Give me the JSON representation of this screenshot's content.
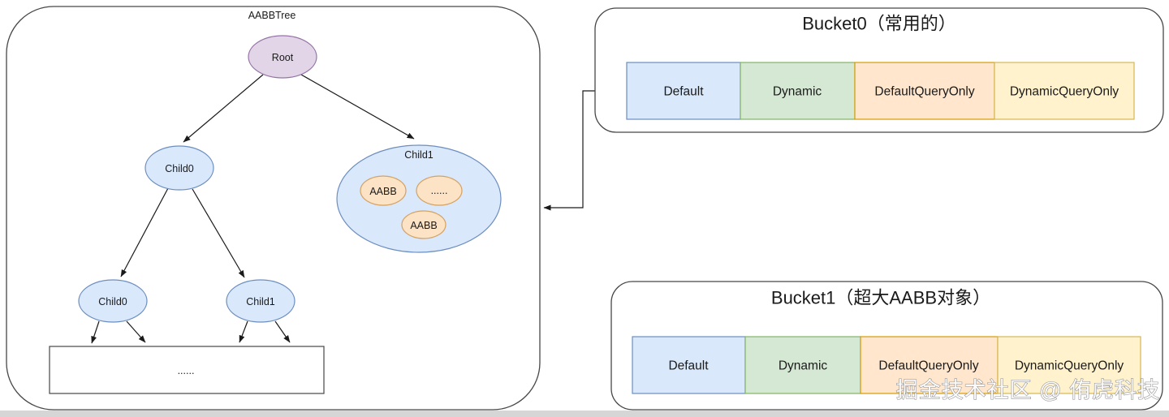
{
  "tree": {
    "title": "AABBTree",
    "root": "Root",
    "child0": "Child0",
    "group_label": "Child1",
    "aabb_a": "AABB",
    "aabb_dots": "......",
    "aabb_b": "AABB",
    "leaf_child0": "Child0",
    "leaf_child1": "Child1",
    "leaf_rect": "......"
  },
  "bucket0": {
    "title": "Bucket0（常用的）",
    "cells": [
      {
        "label": "Default",
        "fill": "#dae8fc",
        "stroke": "#6c8ebf"
      },
      {
        "label": "Dynamic",
        "fill": "#d5e8d4",
        "stroke": "#82b366"
      },
      {
        "label": "DefaultQueryOnly",
        "fill": "#ffe6cc",
        "stroke": "#d79b00"
      },
      {
        "label": "DynamicQueryOnly",
        "fill": "#fff2cc",
        "stroke": "#d6b656"
      }
    ]
  },
  "bucket1": {
    "title": "Bucket1（超大AABB对象）",
    "cells": [
      {
        "label": "Default",
        "fill": "#dae8fc",
        "stroke": "#6c8ebf"
      },
      {
        "label": "Dynamic",
        "fill": "#d5e8d4",
        "stroke": "#82b366"
      },
      {
        "label": "DefaultQueryOnly",
        "fill": "#ffe6cc",
        "stroke": "#d79b00"
      },
      {
        "label": "DynamicQueryOnly",
        "fill": "#fff2cc",
        "stroke": "#d6b656"
      }
    ]
  },
  "watermark": "掘金技术社区 @ 侑虎科技",
  "colors": {
    "root_fill": "#e1d5e7",
    "root_stroke": "#9673a6",
    "child_fill": "#dae8fc",
    "child_stroke": "#6c8ebf",
    "group_fill": "#dae8fc",
    "group_stroke": "#6c8ebf",
    "aabb_fill": "#fce3c5",
    "aabb_stroke": "#d3a263",
    "edge": "#1a1a1a",
    "container_stroke": "#474747",
    "leaf_rect_stroke": "#474747",
    "bottom_bar": "#d6d6d6"
  }
}
